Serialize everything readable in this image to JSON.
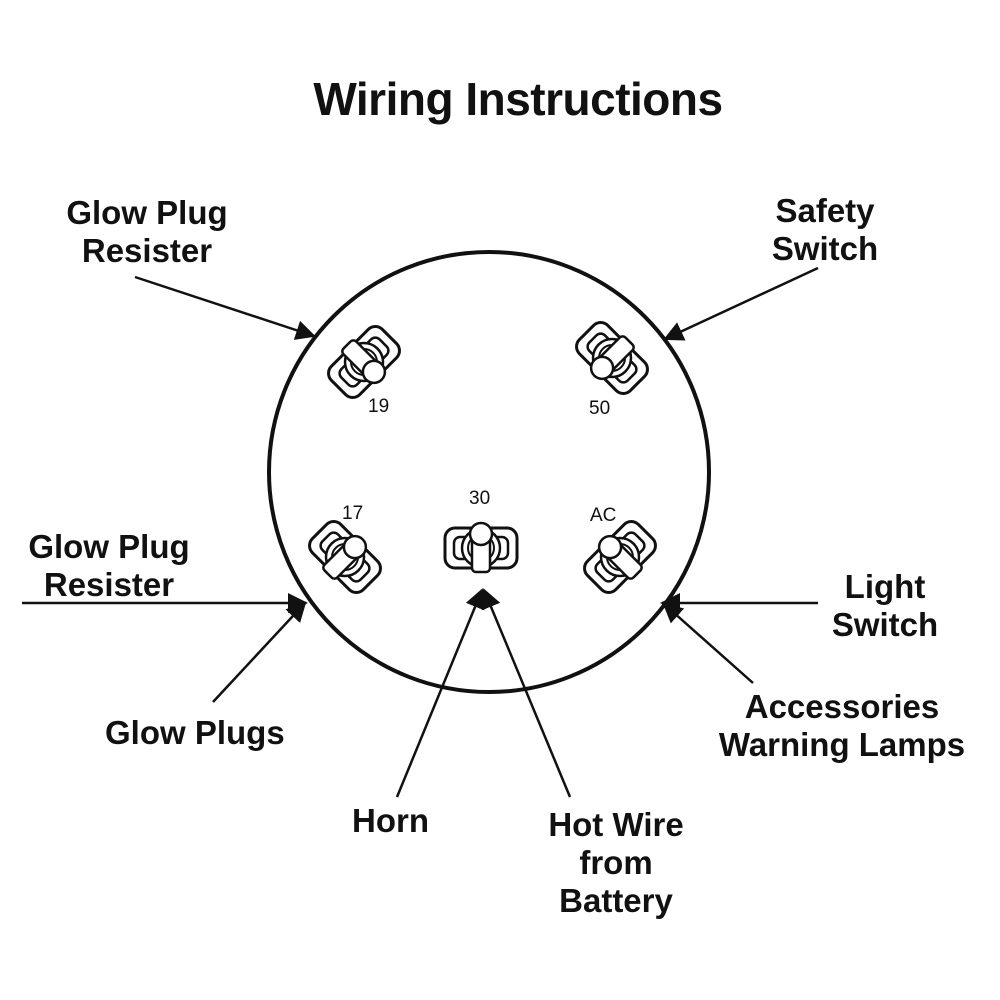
{
  "title": "Wiring Instructions",
  "labels": {
    "glow_plug_resister_top": [
      "Glow Plug",
      "Resister"
    ],
    "safety_switch": [
      "Safety",
      "Switch"
    ],
    "glow_plug_resister_left": [
      "Glow Plug",
      "Resister"
    ],
    "light_switch": [
      "Light",
      "Switch"
    ],
    "glow_plugs": "Glow Plugs",
    "accessories_warning_lamps": [
      "Accessories",
      "Warning Lamps"
    ],
    "horn": "Horn",
    "hot_wire": [
      "Hot Wire",
      "from",
      "Battery"
    ]
  },
  "terminals": {
    "t19": "19",
    "t50": "50",
    "t17": "17",
    "t30": "30",
    "tAC": "AC"
  },
  "colors": {
    "ink": "#111111",
    "background": "#ffffff"
  }
}
